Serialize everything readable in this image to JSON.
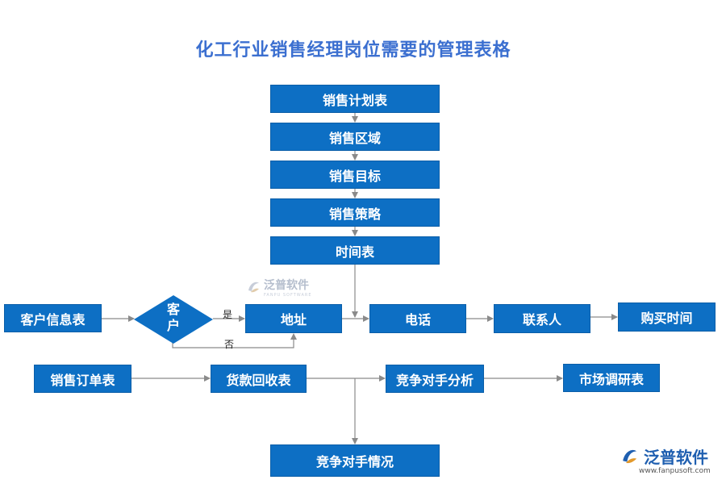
{
  "title": "化工行业销售经理岗位需要的管理表格",
  "nodes": {
    "plan": "销售计划表",
    "region": "销售区域",
    "target": "销售目标",
    "strategy": "销售策略",
    "schedule": "时间表",
    "customer_info": "客户信息表",
    "customer_line1": "客",
    "customer_line2": "户",
    "address": "地址",
    "phone": "电话",
    "contact": "联系人",
    "purchase_time": "购买时间",
    "sales_order": "销售订单表",
    "payment": "货款回收表",
    "competitor_analysis": "竞争对手分析",
    "market_research": "市场调研表",
    "competitor_status": "竞争对手情况"
  },
  "edge_labels": {
    "yes": "是",
    "no": "否"
  },
  "watermark": {
    "brand": "泛普软件",
    "sub": "FANPU SOFTWARE",
    "url": "www.fanpusoft.com"
  },
  "colors": {
    "box": "#0d6fc4",
    "title": "#3b6fd0",
    "line": "#8a8a8a"
  }
}
